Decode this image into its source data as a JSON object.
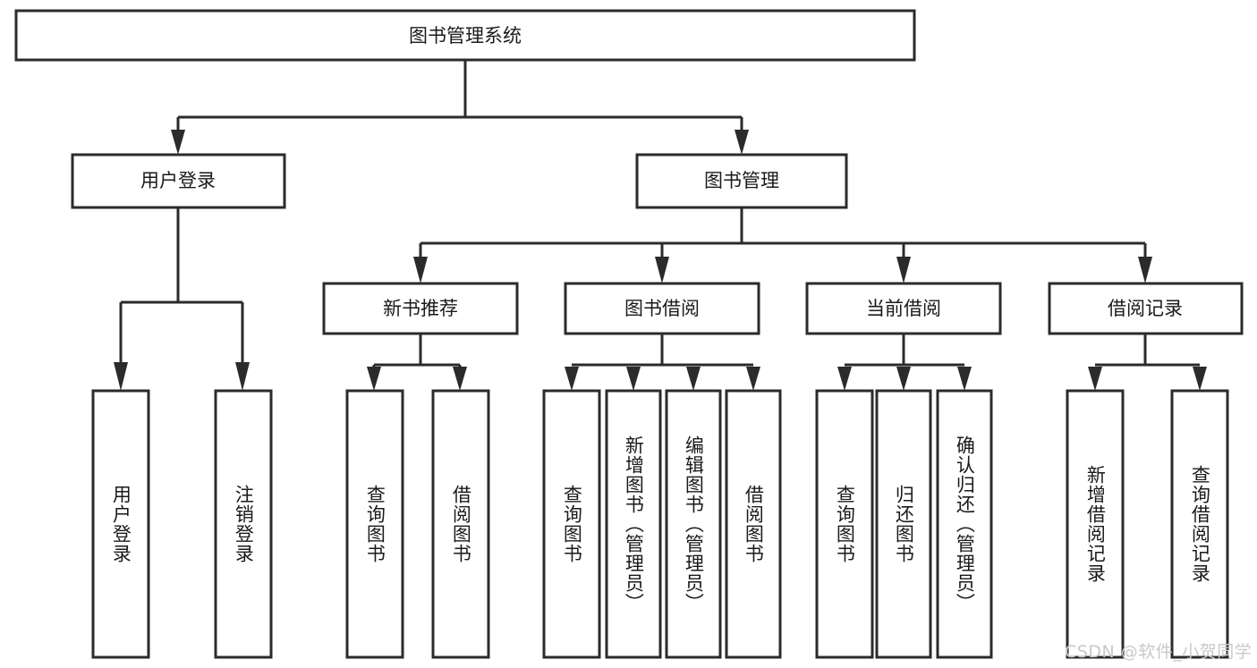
{
  "diagram": {
    "type": "tree-hierarchy",
    "title": "图书管理系统",
    "background": "#ffffff",
    "stroke_color": "#2b2b2b",
    "text_color": "#1a1a1a",
    "nodes": {
      "root": {
        "label": "图书管理系统",
        "level": 0,
        "orientation": "horizontal"
      },
      "l1_0": {
        "label": "用户登录",
        "level": 1,
        "orientation": "horizontal"
      },
      "l1_1": {
        "label": "图书管理",
        "level": 1,
        "orientation": "horizontal"
      },
      "l2_0": {
        "label": "新书推荐",
        "level": 2,
        "orientation": "horizontal"
      },
      "l2_1": {
        "label": "图书借阅",
        "level": 2,
        "orientation": "horizontal"
      },
      "l2_2": {
        "label": "当前借阅",
        "level": 2,
        "orientation": "horizontal"
      },
      "l2_3": {
        "label": "借阅记录",
        "level": 2,
        "orientation": "horizontal"
      },
      "leaf_0": {
        "label": "用户登录",
        "level": 3,
        "orientation": "vertical"
      },
      "leaf_1": {
        "label": "注销登录",
        "level": 3,
        "orientation": "vertical"
      },
      "leaf_2": {
        "label": "查询图书",
        "level": 3,
        "orientation": "vertical"
      },
      "leaf_3": {
        "label": "借阅图书",
        "level": 3,
        "orientation": "vertical"
      },
      "leaf_4": {
        "label": "查询图书",
        "level": 3,
        "orientation": "vertical"
      },
      "leaf_5": {
        "label": "新增图书（管理员）",
        "level": 3,
        "orientation": "vertical"
      },
      "leaf_6": {
        "label": "编辑图书（管理员）",
        "level": 3,
        "orientation": "vertical"
      },
      "leaf_7": {
        "label": "借阅图书",
        "level": 3,
        "orientation": "vertical"
      },
      "leaf_8": {
        "label": "查询图书",
        "level": 3,
        "orientation": "vertical"
      },
      "leaf_9": {
        "label": "归还图书",
        "level": 3,
        "orientation": "vertical"
      },
      "leaf_10": {
        "label": "确认归还（管理员）",
        "level": 3,
        "orientation": "vertical"
      },
      "leaf_11": {
        "label": "新增借阅记录",
        "level": 3,
        "orientation": "vertical"
      },
      "leaf_12": {
        "label": "查询借阅记录",
        "level": 3,
        "orientation": "vertical"
      }
    },
    "edges": [
      {
        "from": "root",
        "to": "l1_0"
      },
      {
        "from": "root",
        "to": "l1_1"
      },
      {
        "from": "l1_0",
        "to": "leaf_0"
      },
      {
        "from": "l1_0",
        "to": "leaf_1"
      },
      {
        "from": "l1_1",
        "to": "l2_0"
      },
      {
        "from": "l1_1",
        "to": "l2_1"
      },
      {
        "from": "l1_1",
        "to": "l2_2"
      },
      {
        "from": "l1_1",
        "to": "l2_3"
      },
      {
        "from": "l2_0",
        "to": "leaf_2"
      },
      {
        "from": "l2_0",
        "to": "leaf_3"
      },
      {
        "from": "l2_1",
        "to": "leaf_4"
      },
      {
        "from": "l2_1",
        "to": "leaf_5"
      },
      {
        "from": "l2_1",
        "to": "leaf_6"
      },
      {
        "from": "l2_1",
        "to": "leaf_7"
      },
      {
        "from": "l2_2",
        "to": "leaf_8"
      },
      {
        "from": "l2_2",
        "to": "leaf_9"
      },
      {
        "from": "l2_2",
        "to": "leaf_10"
      },
      {
        "from": "l2_3",
        "to": "leaf_11"
      },
      {
        "from": "l2_3",
        "to": "leaf_12"
      }
    ]
  },
  "watermark": {
    "text": "CSDN @软件_小贺同学",
    "color": "#c9c9c9"
  }
}
